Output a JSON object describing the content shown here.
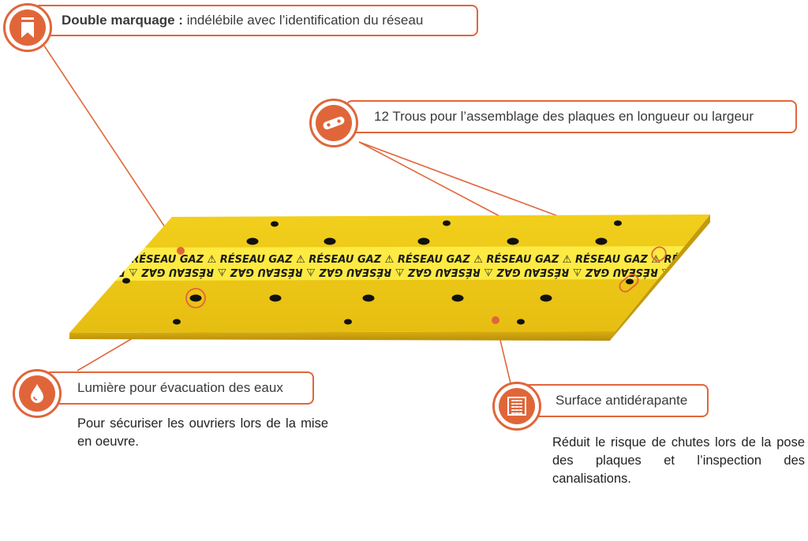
{
  "colors": {
    "accent": "#E0663A",
    "plate": "#F5D21E",
    "plate_edge": "#C9A210",
    "band": "#FFF04A"
  },
  "callouts": {
    "marking": {
      "title_bold": "Double marquage :",
      "title_rest": " indélébile avec l’identification du réseau",
      "icon": "bookmark-icon"
    },
    "holes": {
      "title": "12 Trous pour l’assemblage des plaques en longueur ou largeur",
      "icon": "link-plate-icon"
    },
    "drain": {
      "title": "Lumière pour évacuation des eaux",
      "icon": "water-drop-icon",
      "description": "Pour sécuriser les ouvriers lors de la mise en oeuvre."
    },
    "surface": {
      "title": "Surface antidérapante",
      "icon": "grid-texture-icon",
      "description": "Réduit le risque de chutes lors de la pose des plaques et l’inspection des canalisations."
    }
  },
  "plate": {
    "marking_text": "⚠ RÉSEAU GAZ"
  }
}
